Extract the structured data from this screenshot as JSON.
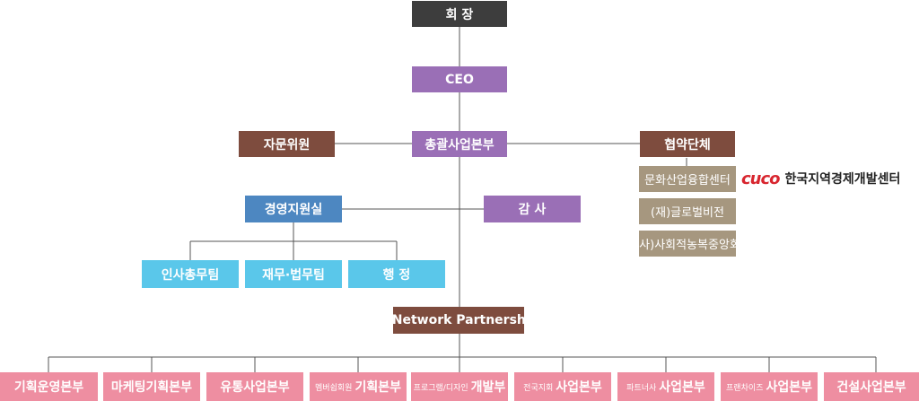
{
  "chairman": "회 장",
  "ceo": "CEO",
  "general_hq": "총괄사업본부",
  "advisors": "자문위원",
  "partners": {
    "label": "협약단체",
    "items": [
      "문화산업융합센터",
      "(재)글로벌비전",
      "(사)사회적농복중앙회"
    ]
  },
  "logo": {
    "mark": "cuco",
    "text": "한국지역경제개발센터"
  },
  "management": {
    "label": "경영지원실",
    "teams": [
      "인사총무팀",
      "재무·법무팀",
      "행 정"
    ]
  },
  "audit": "감 사",
  "knetwork": "K-Network Partnership",
  "divisions": [
    {
      "small": "",
      "big": "기획운영본부"
    },
    {
      "small": "",
      "big": "마케팅기획본부"
    },
    {
      "small": "",
      "big": "유통사업본부"
    },
    {
      "small": "멤버쉽회원",
      "big": "기획본부"
    },
    {
      "small": "프로그램/디자인",
      "big": "개발부"
    },
    {
      "small": "전국지회",
      "big": "사업본부"
    },
    {
      "small": "파트너사",
      "big": "사업본부"
    },
    {
      "small": "프랜차이즈",
      "big": "사업본부"
    },
    {
      "small": "",
      "big": "건설사업본부"
    }
  ],
  "colors": {
    "chairman": "#3d3d3d",
    "ceo": "#9a6fb6",
    "brown": "#7e4c3e",
    "management": "#4d87c1",
    "teams": "#5ac7ea",
    "partners": "#a6977f",
    "divisions": "#ee8ea1"
  }
}
